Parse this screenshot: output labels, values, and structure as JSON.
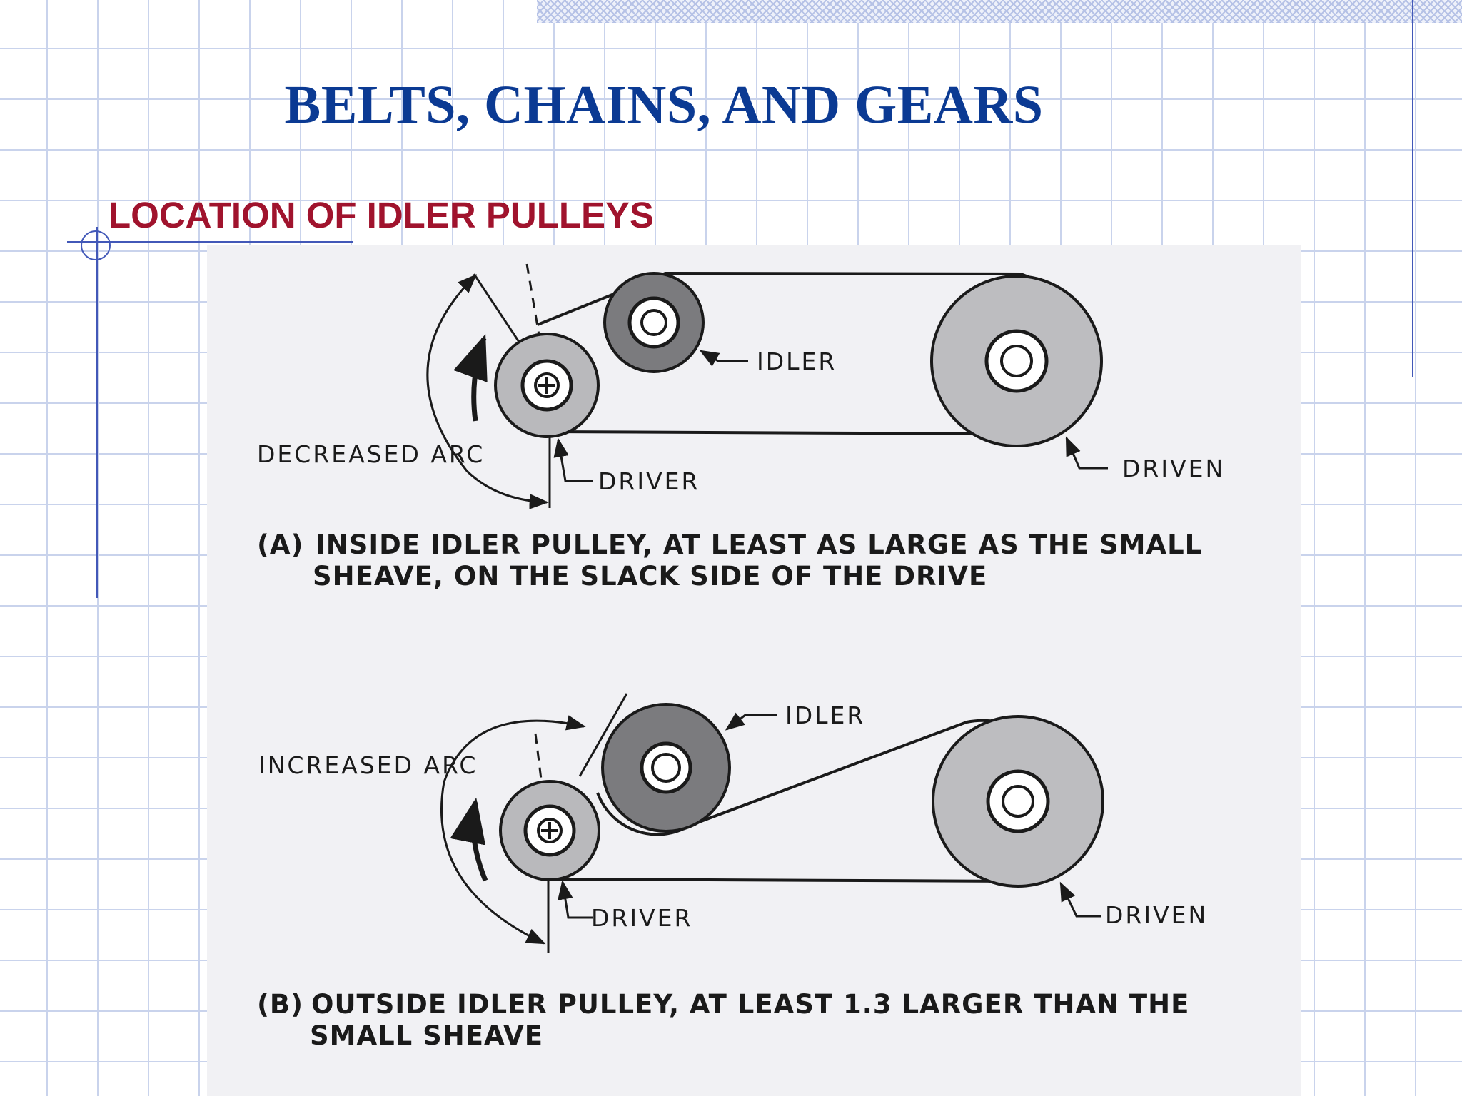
{
  "slide": {
    "title": "BELTS, CHAINS, AND GEARS",
    "subtitle": "LOCATION OF IDLER PULLEYS"
  },
  "diagram_a": {
    "arc_label": "DECREASED ARC",
    "idler_label": "IDLER",
    "driver_label": "DRIVER",
    "driven_label": "DRIVEN",
    "caption_letter": "(A)",
    "caption_line1": "INSIDE IDLER PULLEY, AT LEAST AS LARGE AS THE SMALL",
    "caption_line2": "SHEAVE, ON THE SLACK SIDE OF THE DRIVE"
  },
  "diagram_b": {
    "arc_label": "INCREASED ARC",
    "idler_label": "IDLER",
    "driver_label": "DRIVER",
    "driven_label": "DRIVEN",
    "caption_letter": "(B)",
    "caption_line1": "OUTSIDE IDLER PULLEY, AT LEAST 1.3 LARGER THAN THE",
    "caption_line2": "SMALL SHEAVE"
  },
  "colors": {
    "title": "#0b3a93",
    "subtitle": "#a0132d",
    "grid": "#c9d3ec",
    "figure_bg": "#f1f1f4",
    "driver_fill": "#b9b9bc",
    "idler_fill": "#7b7b7e",
    "driven_fill": "#bdbdc0"
  }
}
